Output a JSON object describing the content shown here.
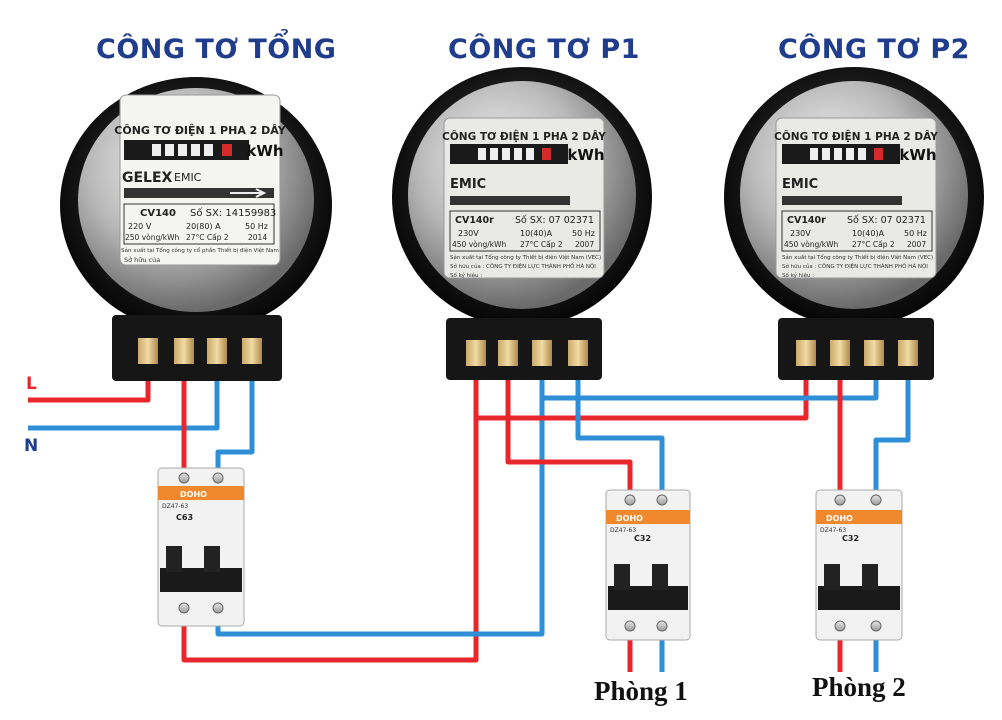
{
  "titles": {
    "main_meter": "CÔNG TƠ TỔNG",
    "meter_p1": "CÔNG TƠ P1",
    "meter_p2": "CÔNG TƠ P2"
  },
  "lines": {
    "live": "L",
    "neutral": "N"
  },
  "colors": {
    "live": "#e8262b",
    "neutral": "#2e8fd6",
    "title": "#1f3d8c",
    "breaker_orange": "#f0892e"
  },
  "main_meter": {
    "header": "CÔNG TƠ ĐIỆN 1 PHA 2 DÂY",
    "unit": "kWh",
    "brand": "GELEX",
    "brand_sub": "EMIC",
    "model": "CV140",
    "serial": "Số SX: 14159983",
    "rows": [
      [
        "220 V",
        "20(80) A",
        "50 Hz"
      ],
      [
        "250 vòng/kWh",
        "27°C  Cấp 2",
        "2014"
      ]
    ],
    "maker": "Sản xuất tại Tổng công ty cổ phần Thiết bị điện Việt Nam",
    "owner": "Sở hữu của"
  },
  "sub_meter": {
    "header": "CÔNG TƠ ĐIỆN 1 PHA 2 DÂY",
    "unit": "kWh",
    "brand": "EMIC",
    "model": "CV140r",
    "serial": "Số SX: 07 02371",
    "rows": [
      [
        "230V",
        "10(40)A",
        "50 Hz"
      ],
      [
        "450 vòng/kWh",
        "27°C  Cấp 2",
        "2007"
      ]
    ],
    "maker": "Sản xuất tại Tổng công ty Thiết bị điện Việt Nam (VEC)",
    "owner": "Sở hữu của :  CÔNG TY ĐIỆN LỰC THÀNH PHỐ HÀ NỘI",
    "id_label": "Số ký hiệu :"
  },
  "breakers": {
    "brand": "DOHO",
    "model": "DZ47-63",
    "main_rating": "C63",
    "room_rating": "C32"
  },
  "rooms": {
    "room1": "Phòng 1",
    "room2": "Phòng 2"
  }
}
